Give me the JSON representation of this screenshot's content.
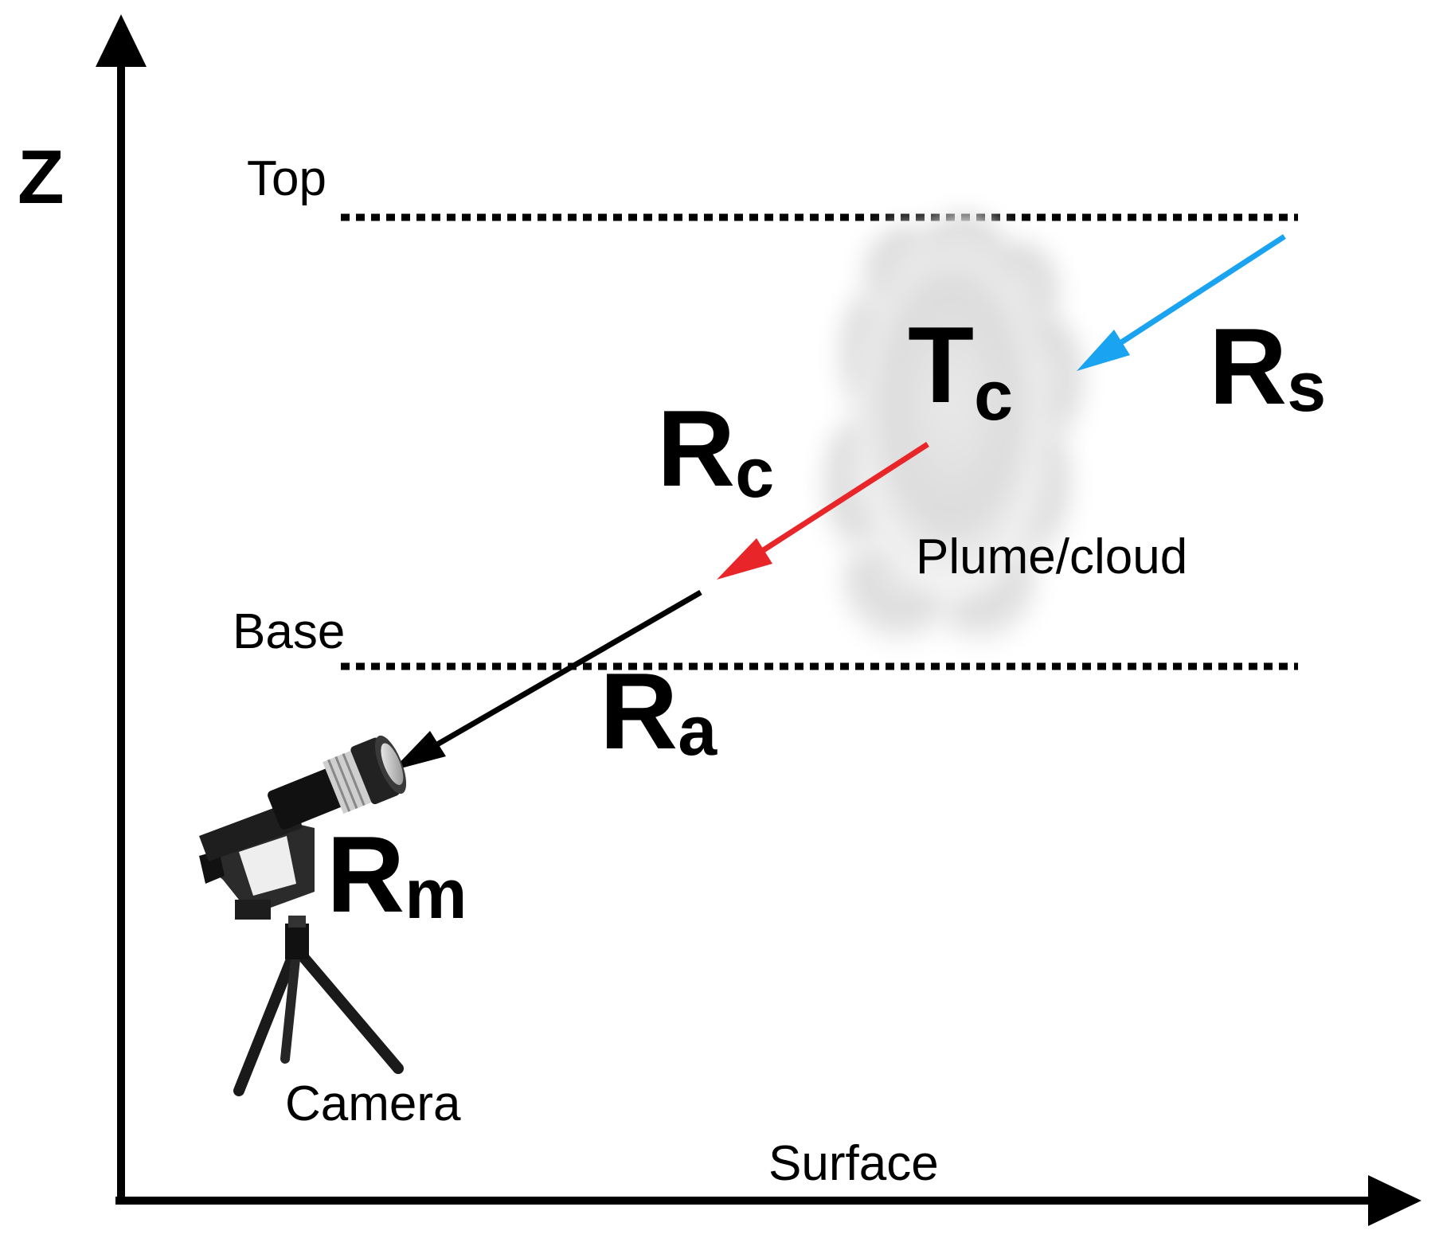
{
  "axis": {
    "z_label": "Z",
    "surface_label": "Surface"
  },
  "levels": {
    "top_label": "Top",
    "base_label": "Base"
  },
  "plume": {
    "label": "Plume/cloud",
    "temperature": {
      "main": "T",
      "sub": "c"
    }
  },
  "radiances": {
    "solar": {
      "main": "R",
      "sub": "s"
    },
    "cloud": {
      "main": "R",
      "sub": "c"
    },
    "atmosphere": {
      "main": "R",
      "sub": "a"
    },
    "measured": {
      "main": "R",
      "sub": "m"
    }
  },
  "instrument": {
    "label": "Camera"
  },
  "colors": {
    "solar_arrow": "#1aa3f0",
    "cloud_arrow": "#e8262a",
    "atmosphere_arrow": "#000000",
    "axes": "#000000"
  },
  "icons": {
    "plume": "cloud-icon",
    "instrument": "camera-on-tripod-icon"
  }
}
